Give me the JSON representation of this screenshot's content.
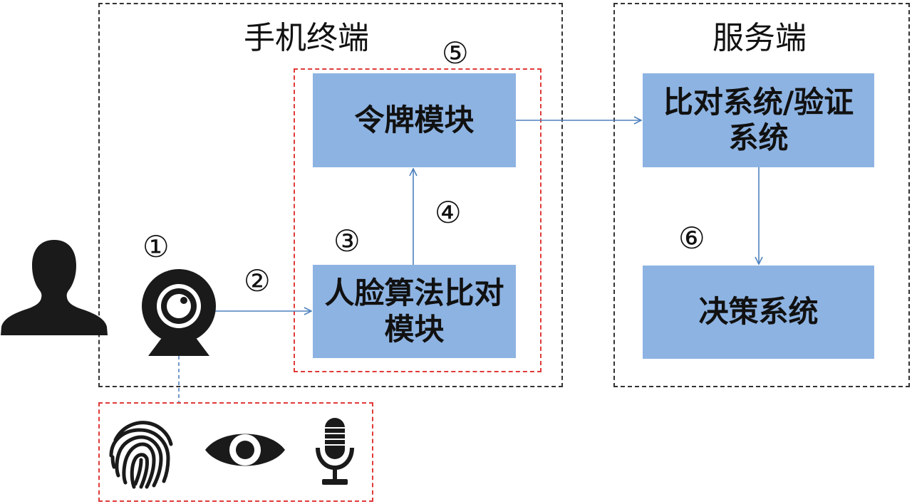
{
  "colors": {
    "box_fill": "#8db3e2",
    "arrow": "#4f81bd",
    "red_dash": "#e03a3a",
    "black_dash": "#333333",
    "icon": "#1a1a1a"
  },
  "regions": {
    "phone": {
      "title": "手机终端"
    },
    "server": {
      "title": "服务端"
    }
  },
  "boxes": {
    "token": "令牌模块",
    "face": "人脸算法比对模块",
    "compare": "比对系统/验证系统",
    "decision": "决策系统"
  },
  "steps": [
    "①",
    "②",
    "③",
    "④",
    "⑤",
    "⑥"
  ],
  "icons": {
    "person": "person-icon",
    "camera": "webcam-icon",
    "fingerprint": "fingerprint-icon",
    "eye": "eye-icon",
    "microphone": "microphone-icon"
  }
}
